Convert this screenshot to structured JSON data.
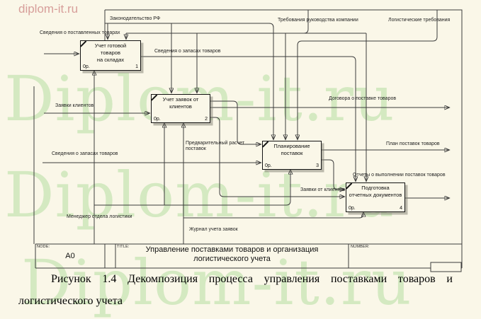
{
  "colors": {
    "background": "#FAF7E8",
    "line": "#3C3C3C",
    "box_border": "#141414",
    "watermark_green": "#8FD07E",
    "watermark_pink": "#C97B7B"
  },
  "watermarks": {
    "corner": "diplom-it.ru",
    "large": "Diplom-it.ru"
  },
  "diagram": {
    "boxes": [
      {
        "label": "Учет готовой\nтоваров\nна складах",
        "cost": "0р.",
        "num": "1"
      },
      {
        "label": "Учет заявок от\nклиентов",
        "cost": "0р.",
        "num": "2"
      },
      {
        "label": "Планирование\nпоставок",
        "cost": "0р.",
        "num": "3"
      },
      {
        "label": "Подготовка\nотчетных документов",
        "cost": "0р.",
        "num": "4"
      }
    ],
    "arrows": {
      "legislation": "Законодательство РФ",
      "management_requirements": "Требования руководства компании",
      "logistics_requirements": "Логистические требования",
      "delivered_goods_info": "Сведения о поставленных товарах",
      "client_requests": "Заявки клиентов",
      "stock_info_top": "Сведения о запасах товаров",
      "stock_info_left": "Сведения о запасах товаров",
      "preliminary_calc": "Предварительный расчет поставок",
      "supply_contracts": "Договора о поставке товаров",
      "supply_plan": "План поставок товаров",
      "supply_reports": "Отчеты о выполнении поставок товаров",
      "requests_from_clients": "Заявки от клиентов",
      "logistics_manager": "Менеджер отдела логистики",
      "requests_journal": "Журнал учета заявок"
    },
    "title_bar": {
      "node_label": "NODE:",
      "node_value": "A0",
      "title_label": "TITLE:",
      "title": "Управление поставками товаров и организация\nлогистического учета",
      "number_label": "NUMBER:"
    }
  },
  "caption": {
    "line1": "Рисунок 1.4 Декомпозиция процесса управления поставками товаров и",
    "line2": "логистического учета"
  }
}
